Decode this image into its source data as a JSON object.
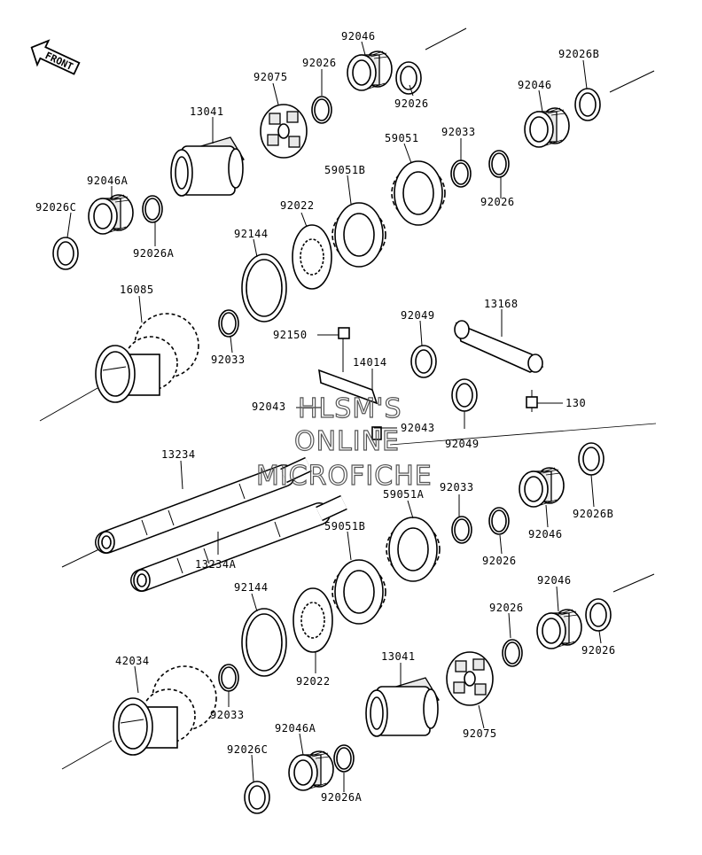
{
  "diagram": {
    "front_label": "FRONT",
    "watermark": [
      "HLSM'S",
      "ONLINE",
      "MICROFICHE"
    ],
    "labels": {
      "p92046_top": "92046",
      "p92026_top": "92026",
      "p92075_top": "92075",
      "p92026_top_low": "92026",
      "p13041_top": "13041",
      "p92026B_top": "92026B",
      "p92046_r": "92046",
      "p92033_top": "92033",
      "p59051": "59051",
      "p92026_r": "92026",
      "p59051B_top": "59051B",
      "p92046A_top": "92046A",
      "p92026C_top": "92026C",
      "p92022_top": "92022",
      "p92026A_top": "92026A",
      "p92144_top": "92144",
      "p16085": "16085",
      "p92033_mid": "92033",
      "p13168": "13168",
      "p92049_a": "92049",
      "p92150": "92150",
      "p14014": "14014",
      "p130": "130",
      "p92043_a": "92043",
      "p92043_b": "92043",
      "p92049_b": "92049",
      "p13234": "13234",
      "p59051A": "59051A",
      "p92033_low": "92033",
      "p92026B_low": "92026B",
      "p92046_low": "92046",
      "p92026_low": "92026",
      "p59051B_low": "59051B",
      "p13234A": "13234A",
      "p92144_low": "92144",
      "p92046_low2": "92046",
      "p92026_low2": "92026",
      "p92026_low3": "92026",
      "p42034": "42034",
      "p92022_low": "92022",
      "p13041_low": "13041",
      "p92033_bot": "92033",
      "p92046A_bot": "92046A",
      "p92075_bot": "92075",
      "p92026C_bot": "92026C",
      "p92026A_bot": "92026A"
    }
  }
}
